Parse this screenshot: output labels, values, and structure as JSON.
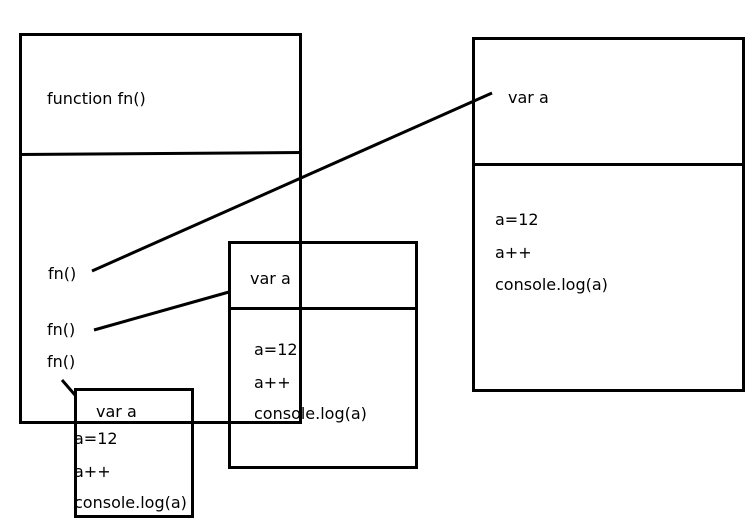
{
  "function_box": {
    "header": "function fn()",
    "calls": [
      "fn()",
      "fn()",
      "fn()"
    ]
  },
  "scope_right": {
    "header": "var a",
    "lines": [
      "a=12",
      "a++",
      "console.log(a)"
    ]
  },
  "scope_middle": {
    "header": "var a",
    "lines": [
      "a=12",
      "a++",
      "console.log(a)"
    ]
  },
  "scope_bottom": {
    "header": "var a",
    "lines": [
      "a=12",
      "a++",
      "console.log(a)"
    ]
  },
  "colors": {
    "stroke": "#000000",
    "background": "#ffffff"
  }
}
